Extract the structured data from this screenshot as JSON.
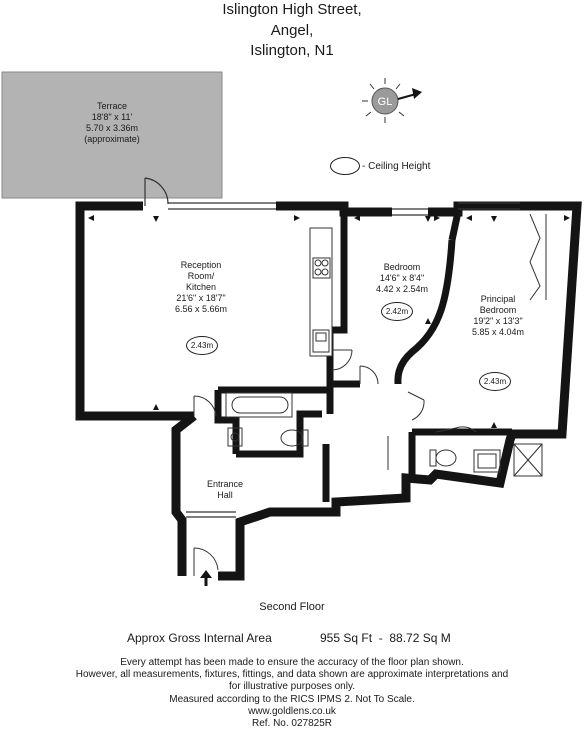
{
  "address": [
    "Islington High Street,",
    "Angel,",
    "Islington, N1"
  ],
  "compass_label": "GL",
  "ceiling_legend": "- Ceiling Height",
  "rooms": {
    "terrace": {
      "name": "Terrace",
      "imperial": "18'8\" x 11'",
      "metric": "5.70 x 3.36m",
      "note": "(approximate)"
    },
    "reception": {
      "name_lines": [
        "Reception",
        "Room/",
        "Kitchen"
      ],
      "imperial": "21'6\" x 18'7\"",
      "metric": "6.56 x 5.66m",
      "ceiling": "2.43m"
    },
    "bedroom": {
      "name": "Bedroom",
      "imperial": "14'6\" x 8'4\"",
      "metric": "4.42 x 2.54m",
      "ceiling": "2.42m"
    },
    "principal": {
      "name_lines": [
        "Principal",
        "Bedroom"
      ],
      "imperial": "19'2\" x 13'3\"",
      "metric": "5.85 x 4.04m",
      "ceiling": "2.43m"
    },
    "hall": {
      "name_lines": [
        "Entrance",
        "Hall"
      ]
    }
  },
  "floor_label": "Second Floor",
  "area": {
    "label": "Approx Gross Internal Area",
    "value": "955 Sq Ft  -  88.72 Sq M"
  },
  "disclaimer": [
    "Every attempt has been made to ensure the accuracy of the floor plan shown.",
    "However, all measurements, fixtures, fittings, and data shown are approximate interpretations and",
    "for illustrative purposes only.",
    "Measured according to the RICS IPMS 2. Not To Scale.",
    "www.goldlens.co.uk",
    "Ref. No. 027825R"
  ]
}
